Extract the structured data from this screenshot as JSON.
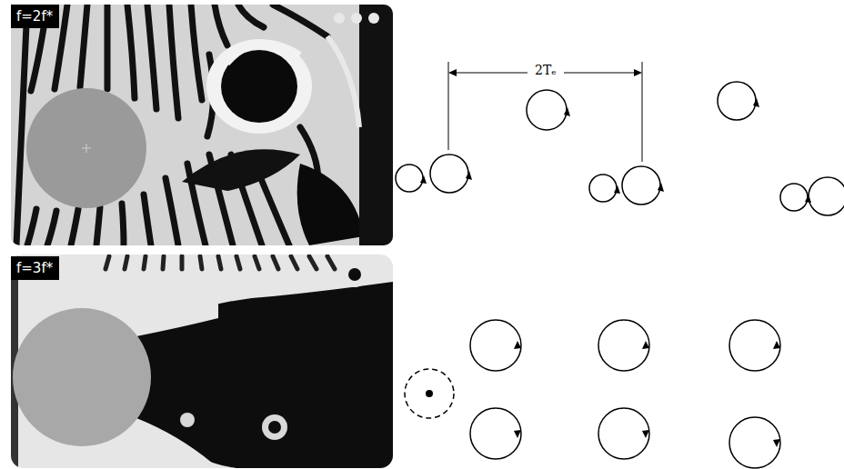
{
  "diagram": {
    "nodes": [
      {
        "text": [
          "f=2f*"
        ]
      },
      {
        "text": [
          "f=3f*"
        ]
      }
    ],
    "labels": [
      "2Tₑ"
    ]
  }
}
